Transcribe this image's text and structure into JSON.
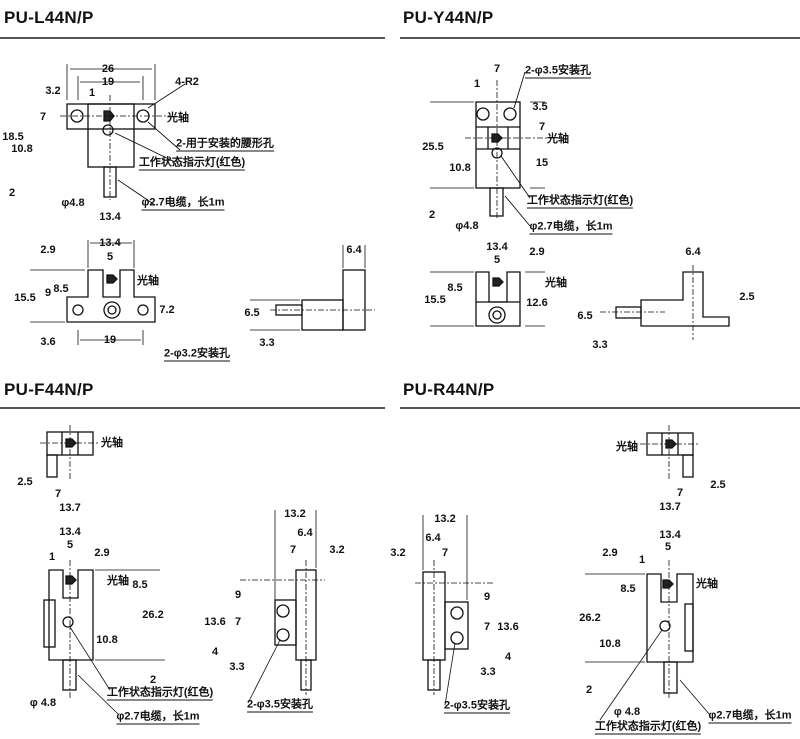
{
  "sections": [
    {
      "title": "PU-L44N/P",
      "labels": [
        "26",
        "19",
        "4-R2",
        "3.2",
        "1",
        "7",
        "光轴",
        "18.5",
        "2-用于安装的腰形孔",
        "10.8",
        "工作状态指示灯(红色)",
        "2",
        "φ4.8",
        "φ2.7电缆，长1m",
        "13.4",
        "13.4",
        "2.9",
        "5",
        "光轴",
        "15.5",
        "9",
        "8.5",
        "7.2",
        "3.6",
        "19",
        "2-φ3.2安装孔",
        "6.4",
        "6.5",
        "3.3"
      ]
    },
    {
      "title": "PU-Y44N/P",
      "labels": [
        "7",
        "2-φ3.5安装孔",
        "1",
        "3.5",
        "7",
        "光轴",
        "25.5",
        "10.8",
        "15",
        "工作状态指示灯(红色)",
        "2",
        "φ4.8",
        "φ2.7电缆，长1m",
        "13.4",
        "2.9",
        "5",
        "光轴",
        "8.5",
        "15.5",
        "12.6",
        "6.4",
        "2.5",
        "6.5",
        "3.3"
      ]
    },
    {
      "title": "PU-F44N/P",
      "labels": [
        "光轴",
        "2.5",
        "7",
        "13.7",
        "13.4",
        "5",
        "1",
        "2.9",
        "光轴",
        "8.5",
        "26.2",
        "10.8",
        "2",
        "工作状态指示灯(红色)",
        "φ 4.8",
        "φ2.7电缆，长1m",
        "13.2",
        "6.4",
        "7",
        "3.2",
        "9",
        "13.6",
        "7",
        "4",
        "3.3",
        "2-φ3.5安装孔"
      ]
    },
    {
      "title": "PU-R44N/P",
      "labels": [
        "光轴",
        "2.5",
        "7",
        "13.7",
        "13.2",
        "6.4",
        "7",
        "3.2",
        "9",
        "13.6",
        "7",
        "4",
        "3.3",
        "2-φ3.5安装孔",
        "13.4",
        "5",
        "2.9",
        "1",
        "光轴",
        "8.5",
        "26.2",
        "10.8",
        "2",
        "φ 4.8",
        "φ2.7电缆，长1m",
        "工作状态指示灯(红色)"
      ]
    }
  ]
}
